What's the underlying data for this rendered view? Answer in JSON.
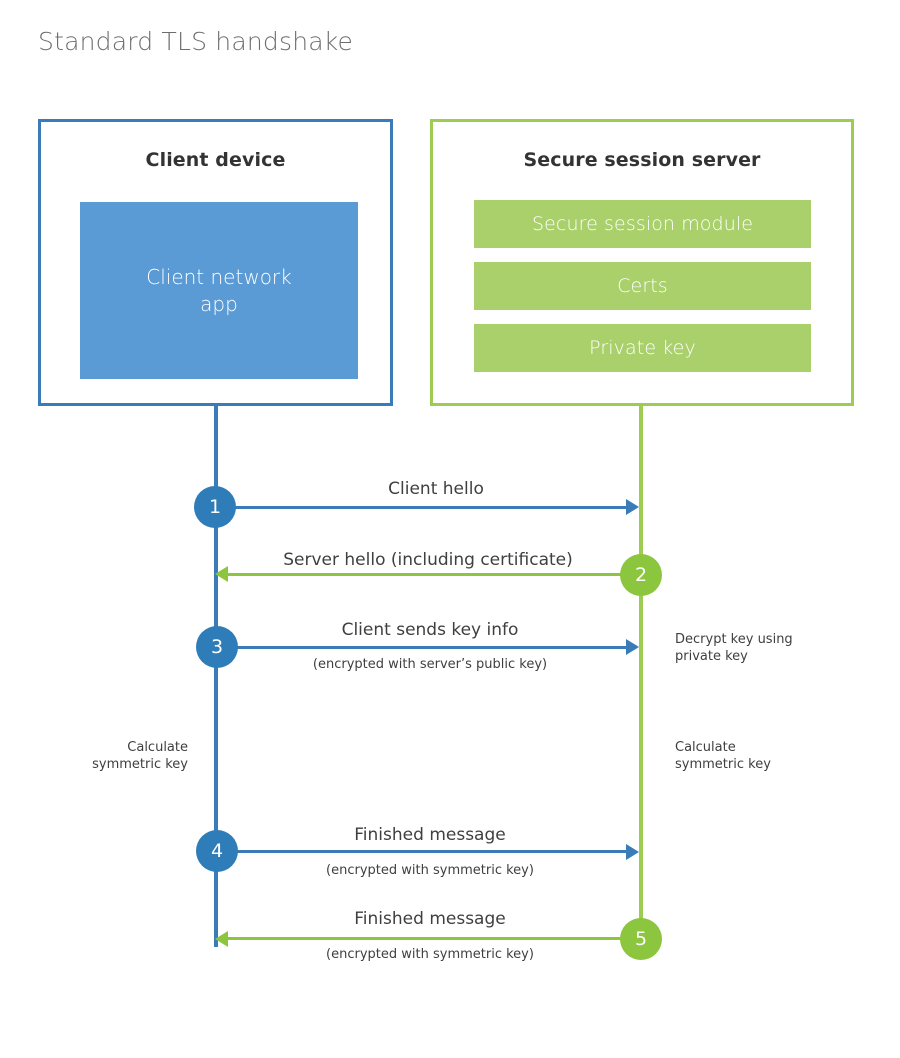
{
  "title": "Standard TLS handshake",
  "colors": {
    "blue_border": "#3a7cb8",
    "blue_fill": "#5b9bd5",
    "blue_circle": "#2e7cb8",
    "green_border": "#9ecb51",
    "green_fill": "#a9d06a",
    "green_circle": "#8cc63e",
    "title_text": "#6d6d6d",
    "body_text": "#3f3f3f",
    "background": "#ffffff"
  },
  "client": {
    "title": "Client device",
    "app_label": "Client network app"
  },
  "server": {
    "title": "Secure session server",
    "components": [
      {
        "label": "Secure session module"
      },
      {
        "label": "Certs"
      },
      {
        "label": "Private key"
      }
    ]
  },
  "steps": [
    {
      "number": "1",
      "label": "Client hello",
      "sublabel": "",
      "direction": "client-to-server",
      "color": "blue"
    },
    {
      "number": "2",
      "label": "Server hello (including certificate)",
      "sublabel": "",
      "direction": "server-to-client",
      "color": "green"
    },
    {
      "number": "3",
      "label": "Client sends key info",
      "sublabel": "(encrypted with server’s public key)",
      "direction": "client-to-server",
      "color": "blue"
    },
    {
      "number": "4",
      "label": "Finished message",
      "sublabel": "(encrypted with symmetric key)",
      "direction": "client-to-server",
      "color": "blue"
    },
    {
      "number": "5",
      "label": "Finished message",
      "sublabel": "(encrypted with symmetric key)",
      "direction": "server-to-client",
      "color": "green"
    }
  ],
  "notes": {
    "server_decrypt": "Decrypt key using\nprivate key",
    "client_calculate": "Calculate\nsymmetric key",
    "server_calculate": "Calculate\nsymmetric key"
  }
}
